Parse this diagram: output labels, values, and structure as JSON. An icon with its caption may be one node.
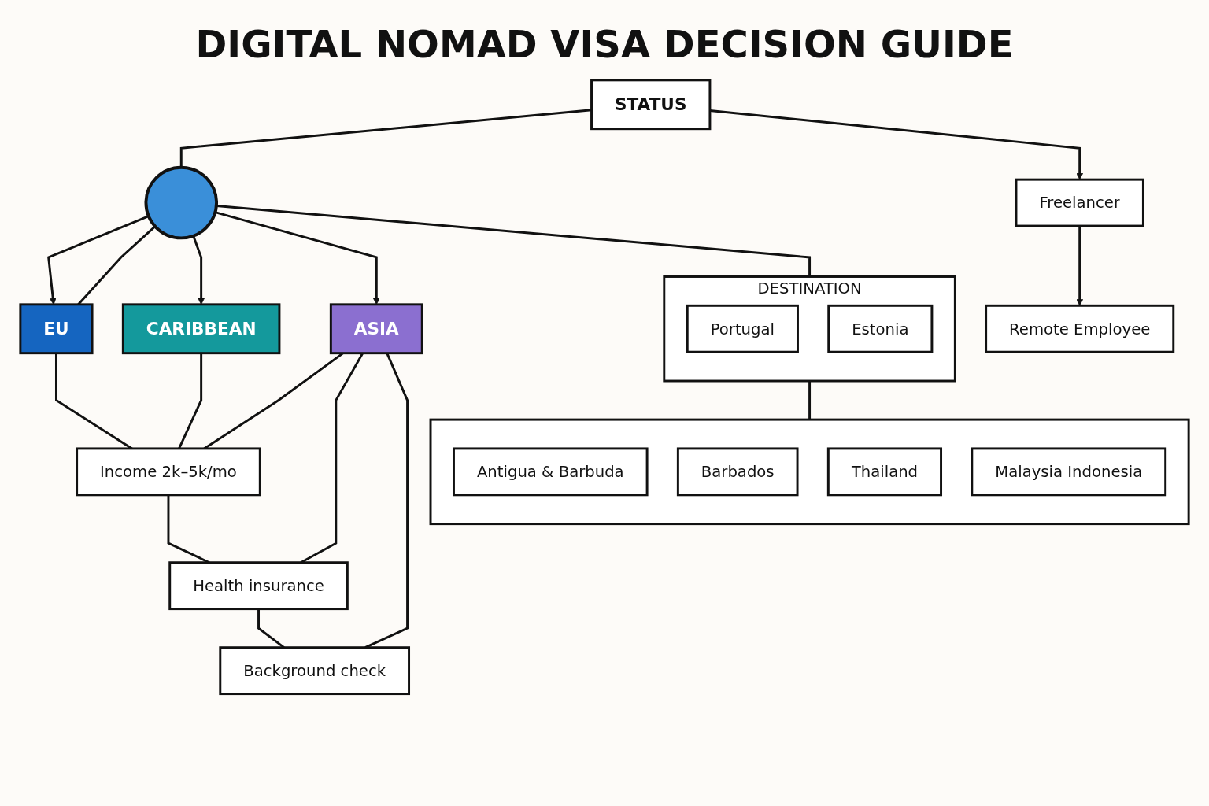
{
  "diagram": {
    "title": "DIGITAL NOMAD VISA DECISION GUIDE",
    "nodes": [
      {
        "text": [
          "STATUS"
        ]
      },
      {
        "text": [
          "Freelancer"
        ]
      },
      {
        "text": [
          "Remote Employee"
        ]
      },
      {
        "text": [],
        "shape": "circle"
      },
      {
        "text": [
          "EU"
        ]
      },
      {
        "text": [
          "CARIBBEAN"
        ]
      },
      {
        "text": [
          "ASIA"
        ]
      },
      {
        "text": [
          "Income 2k–5k/mo"
        ]
      },
      {
        "text": [
          "Health insurance"
        ]
      },
      {
        "text": [
          "Background check"
        ]
      },
      {
        "text": [
          "DESTINATION"
        ]
      },
      {
        "text": [
          "Portugal"
        ],
        "in": 10
      },
      {
        "text": [
          "Estonia"
        ],
        "in": 10
      },
      {
        "text": [],
        "shape": "box"
      },
      {
        "text": [
          "Antigua & Barbuda"
        ],
        "in": 13
      },
      {
        "text": [
          "Barbados"
        ],
        "in": 13
      },
      {
        "text": [
          "Thailand"
        ],
        "in": 13
      },
      {
        "text": [
          "Malaysia Indonesia"
        ],
        "in": 13
      }
    ],
    "edges": [
      {
        "from": 0,
        "to": 3,
        "arrow": "none"
      },
      {
        "from": 0,
        "to": 1,
        "arrow": "to"
      },
      {
        "from": 1,
        "to": 2,
        "arrow": "to"
      },
      {
        "from": 3,
        "to": 4,
        "arrow": "to"
      },
      {
        "from": 3,
        "to": 4,
        "arrow": "none"
      },
      {
        "from": 3,
        "to": 5,
        "arrow": "to"
      },
      {
        "from": 3,
        "to": 6,
        "arrow": "to"
      },
      {
        "from": 3,
        "to": 10,
        "arrow": "none"
      },
      {
        "from": 4,
        "to": 7,
        "arrow": "none"
      },
      {
        "from": 5,
        "to": 7,
        "arrow": "none"
      },
      {
        "from": 6,
        "to": 7,
        "arrow": "none"
      },
      {
        "from": 6,
        "to": 8,
        "arrow": "none"
      },
      {
        "from": 6,
        "to": 9,
        "arrow": "none"
      },
      {
        "from": 7,
        "to": 8,
        "arrow": "none"
      },
      {
        "from": 8,
        "to": 9,
        "arrow": "none"
      },
      {
        "from": 10,
        "to": 13,
        "arrow": "none"
      }
    ]
  }
}
